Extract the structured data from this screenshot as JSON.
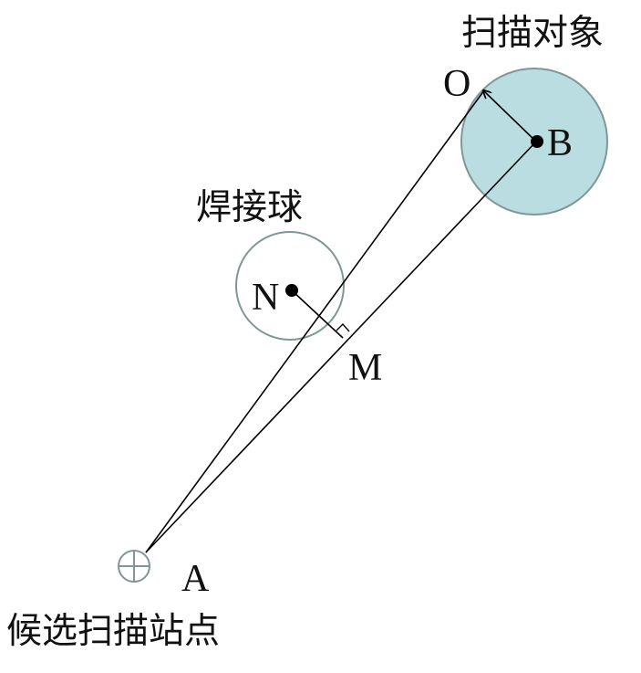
{
  "labels": {
    "scan_object": "扫描对象",
    "solder_ball": "焊接球",
    "candidate_station": "候选扫描站点",
    "point_o": "O",
    "point_b": "B",
    "point_n": "N",
    "point_m": "M",
    "point_a": "A"
  },
  "colors": {
    "scan_object_fill": "#b9dde1",
    "outline": "#7f9796",
    "line": "#000000",
    "text": "#111111"
  }
}
